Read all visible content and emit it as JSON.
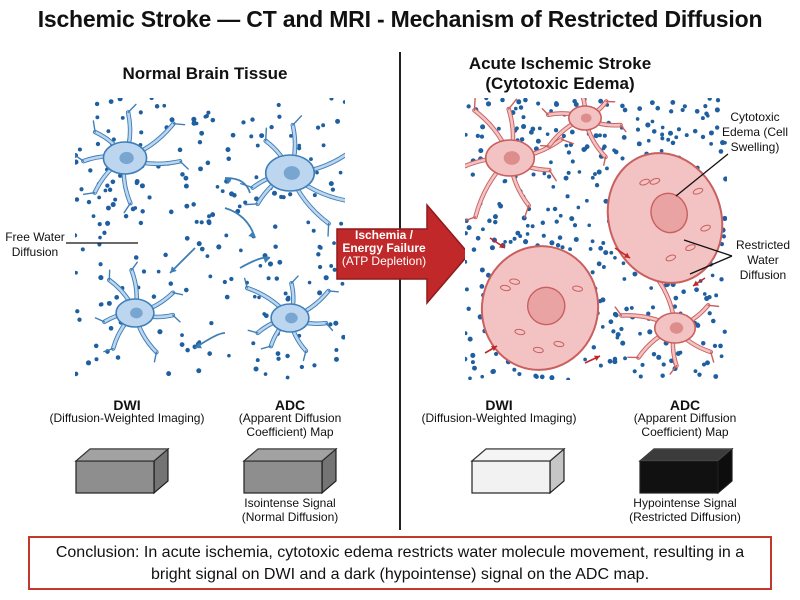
{
  "title": "Ischemic Stroke — CT and MRI - Mechanism of Restricted Diffusion",
  "left_panel": {
    "title": "Normal Brain Tissue",
    "callout": "Free Water Diffusion",
    "dwi": {
      "name": "DWI",
      "sub": "(Diffusion-Weighted Imaging)",
      "signal": "#8e8e8e"
    },
    "adc": {
      "name": "ADC",
      "sub": "(Apparent Diffusion Coefficient) Map",
      "signal": "#8e8e8e",
      "signal_label_1": "Isointense Signal",
      "signal_label_2": "(Normal Diffusion)"
    }
  },
  "transition": {
    "line1": "Ischemia /",
    "line2": "Energy Failure",
    "line3": "(ATP Depletion)"
  },
  "right_panel": {
    "title_line1": "Acute Ischemic Stroke",
    "title_line2": "(Cytotoxic Edema)",
    "callout_edema": "Cytotoxic Edema (Cell Swelling)",
    "callout_restricted": "Restricted Water Diffusion",
    "dwi": {
      "name": "DWI",
      "sub": "(Diffusion-Weighted Imaging)",
      "signal": "#f2f2f2"
    },
    "adc": {
      "name": "ADC",
      "sub": "(Apparent Diffusion Coefficient) Map",
      "signal": "#111111",
      "signal_label_1": "Hypointense Signal",
      "signal_label_2": "(Restricted Diffusion)"
    }
  },
  "conclusion": "Conclusion: In acute ischemia, cytotoxic edema restricts water molecule movement, resulting in a bright signal on DWI and a dark (hypointense) signal on the ADC map.",
  "colors": {
    "normal_cell": "#bcd6ef",
    "normal_stroke": "#3f7fb8",
    "edema_cell": "#f3c3c3",
    "edema_stroke": "#c9605f",
    "water": "#1f5fa0",
    "arrow": "#c0282a",
    "conclusion_border": "#c0392b"
  }
}
